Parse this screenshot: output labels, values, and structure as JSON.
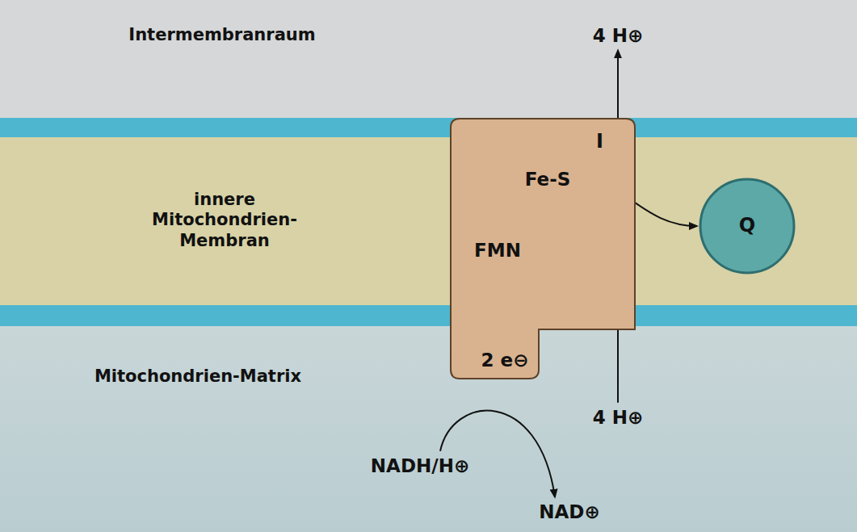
{
  "diagram": {
    "nodes": [
      {
        "text": [
          "4 H⊕"
        ]
      },
      {
        "text": [
          "I"
        ]
      },
      {
        "text": [
          "Fe-S"
        ],
        "in": 1
      },
      {
        "text": [
          "FMN"
        ],
        "in": 1
      },
      {
        "text": [
          "2 e⊖"
        ],
        "in": 1
      },
      {
        "text": [
          "Q"
        ]
      },
      {
        "text": [
          "4 H⊕"
        ]
      },
      {
        "text": [
          "NADH/H⊕"
        ]
      },
      {
        "text": [
          "NAD⊕"
        ]
      }
    ],
    "edges": [
      {
        "from": 4,
        "to": 3,
        "arrow": "to"
      },
      {
        "from": 3,
        "to": 2,
        "arrow": "to"
      },
      {
        "from": 2,
        "to": 5,
        "arrow": "to"
      },
      {
        "from": 6,
        "to": 0,
        "arrow": "to"
      },
      {
        "from": 7,
        "to": 8,
        "arrow": "to"
      }
    ],
    "labels": [
      "Intermembranraum",
      "innere Mitochondrien- Membran",
      "Mitochondrien-Matrix"
    ]
  }
}
